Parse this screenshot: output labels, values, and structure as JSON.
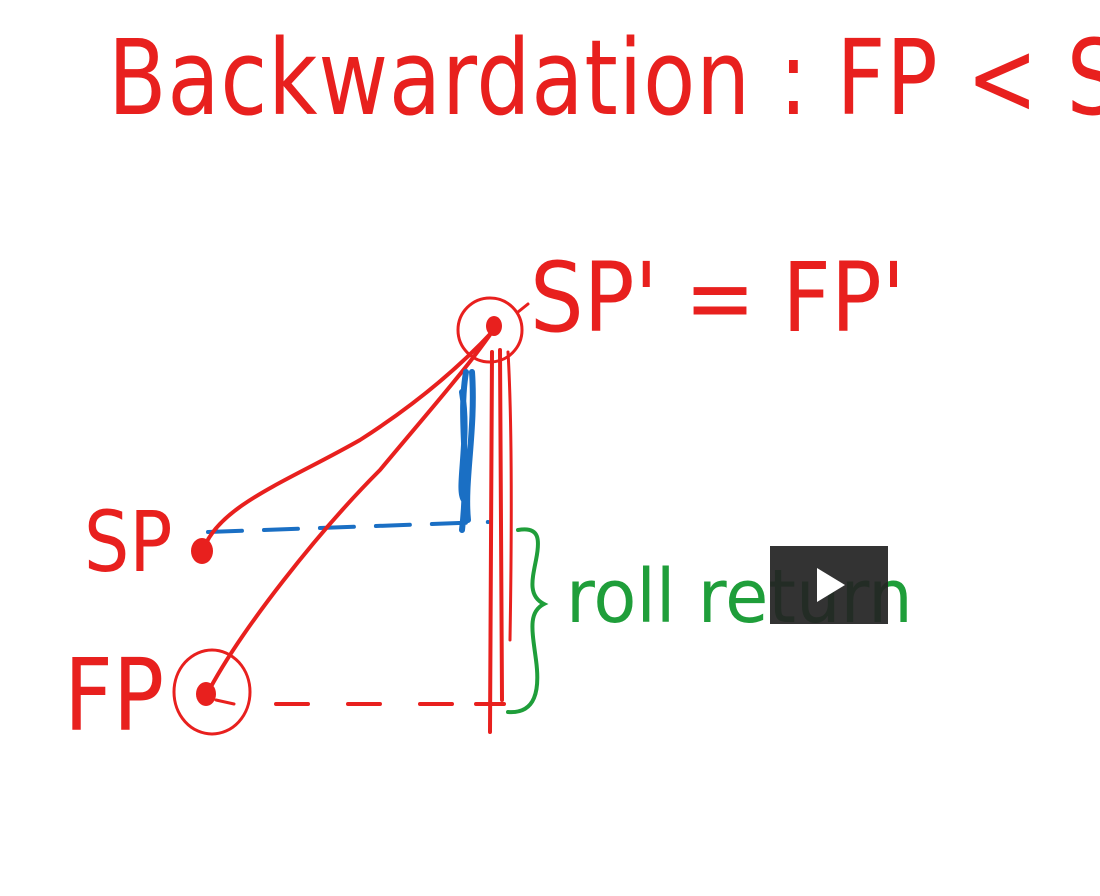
{
  "colors": {
    "red_ink": "#e8201e",
    "blue_ink": "#1a6fc4",
    "green_ink": "#1f9e3a",
    "play_overlay": "#232323"
  },
  "title": "Backwardation : FP < SP",
  "labels": {
    "equilibrium": "SP' = FP'",
    "spot": "SP",
    "futures": "FP",
    "roll_return": "roll return"
  },
  "player": {
    "play_icon": "play-icon"
  }
}
